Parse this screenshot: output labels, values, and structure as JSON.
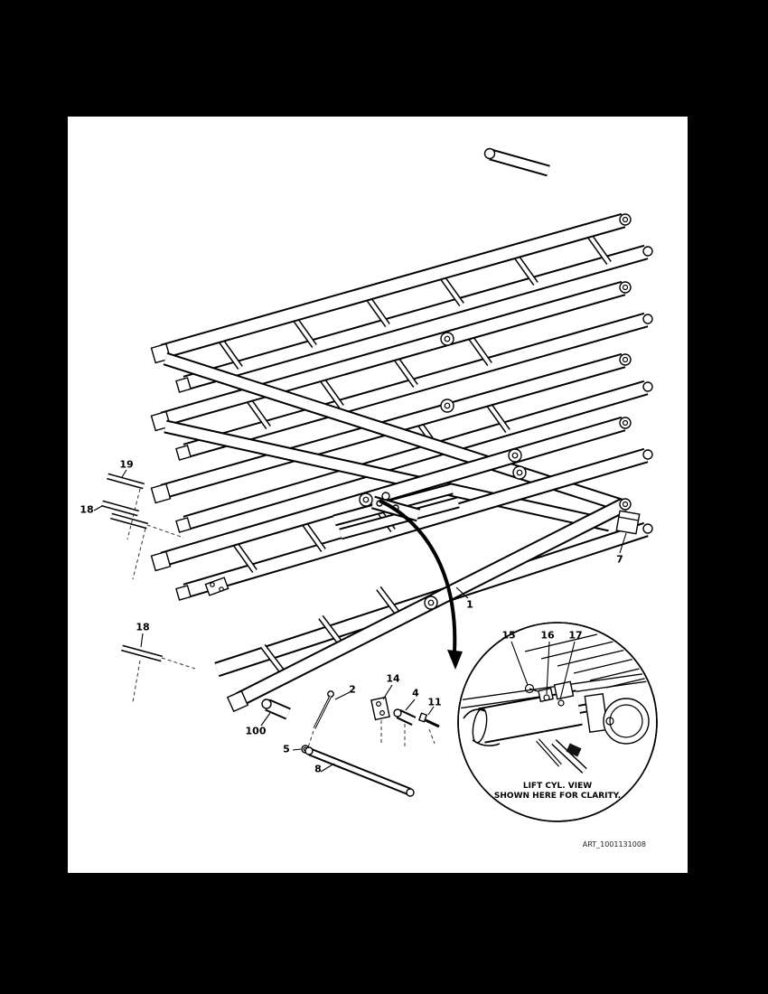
{
  "figure": {
    "art_number": "ART_1001131008"
  },
  "detail_view": {
    "caption_line1": "LIFT CYL. VIEW",
    "caption_line2": "SHOWN HERE FOR CLARITY."
  },
  "callouts": {
    "c19": "19",
    "c18_upper": "18",
    "c18_lower": "18",
    "c7": "7",
    "c1": "1",
    "c15": "15",
    "c16": "16",
    "c17": "17",
    "c14": "14",
    "c2": "2",
    "c4": "4",
    "c11": "11",
    "c100": "100",
    "c5": "5",
    "c8": "8"
  }
}
